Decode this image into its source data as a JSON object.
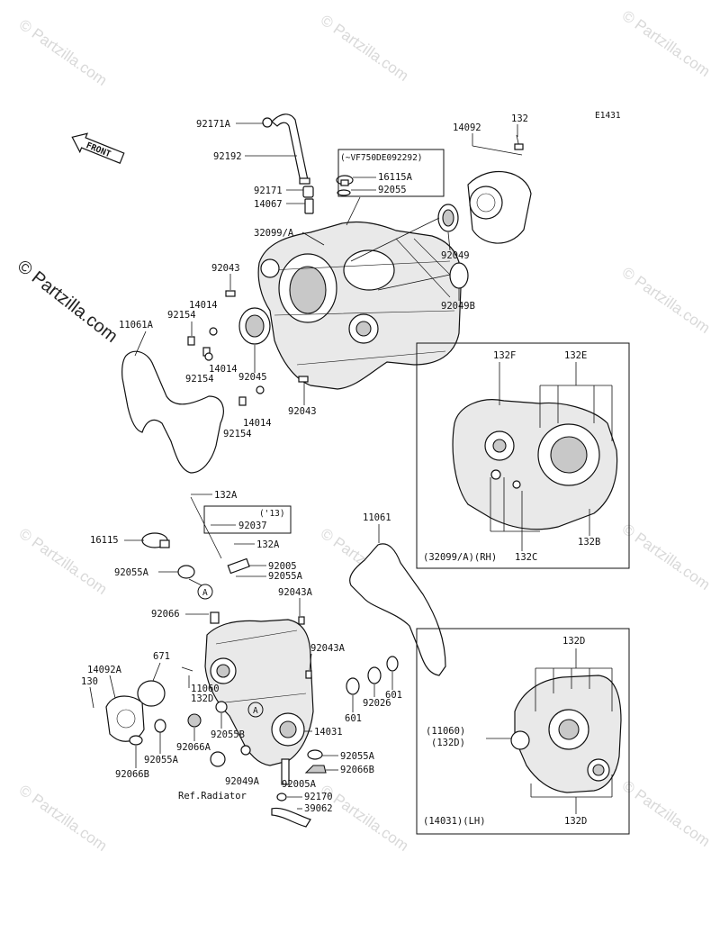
{
  "diagram_id": "E1431",
  "front_label": "FRONT",
  "watermark": "© Partzilla.com",
  "callouts": {
    "c92171A": "92171A",
    "c92192": "92192",
    "c92171": "92171",
    "c14067": "14067",
    "c32099A": "32099/A",
    "c92043_top": "92043",
    "c14014_a": "14014",
    "c92154_a": "92154",
    "c14014_b": "14014",
    "c92154_b": "92154",
    "c92045": "92045",
    "c11061A": "11061A",
    "c14014_c": "14014",
    "c92154_c": "92154",
    "c92043_mid": "92043",
    "c14092": "14092",
    "c132": "132",
    "serial_note": "(~VF750DE092292)",
    "c16115A": "16115A",
    "c92055": "92055",
    "c92049": "92049",
    "c92049B": "92049B",
    "c132A_1": "132A",
    "year_note": "('13)",
    "c92037": "92037",
    "c132A_2": "132A",
    "c16115": "16115",
    "c92005": "92005",
    "c92055A_1": "92055A",
    "c92055A_2": "92055A",
    "c92043A_1": "92043A",
    "circleA_1": "A",
    "c92066": "92066",
    "c11061": "11061",
    "c671": "671",
    "c14092A": "14092A",
    "c130": "130",
    "c11060": "11060",
    "c132D_main": "132D",
    "c92043A_2": "92043A",
    "c92026": "92026",
    "c601_a": "601",
    "c601_b": "601",
    "circleA_2": "A",
    "c14031": "14031",
    "c92055B": "92055B",
    "c92066A": "92066A",
    "c92055A_3": "92055A",
    "c92066B_1": "92066B",
    "c92055A_4": "92055A",
    "c92066B_2": "92066B",
    "c92049A": "92049A",
    "c92005A": "92005A",
    "ref_radiator": "Ref.Radiator",
    "c92170": "92170",
    "c39062": "39062"
  },
  "inset_rh": {
    "c132F": "132F",
    "c132E": "132E",
    "c132B": "132B",
    "c132C": "132C",
    "caption": "(32099/A)(RH)"
  },
  "inset_lh": {
    "c132D_top": "132D",
    "c11060_note": "(11060)",
    "c132D_note": "(132D)",
    "c132D_bottom": "132D",
    "caption": "(14031)(LH)"
  }
}
